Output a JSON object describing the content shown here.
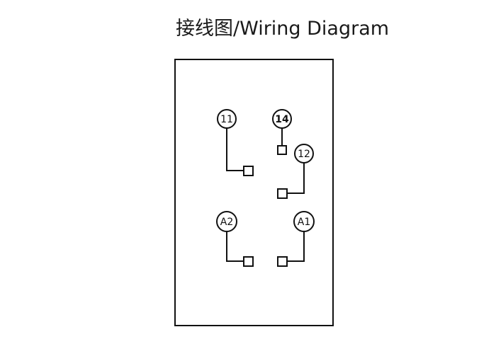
{
  "title": "接线图/Wiring Diagram",
  "terminals": [
    {
      "id": "11",
      "label": "11"
    },
    {
      "id": "14",
      "label": "14"
    },
    {
      "id": "12",
      "label": "12"
    },
    {
      "id": "A2",
      "label": "A2"
    },
    {
      "id": "A1",
      "label": "A1"
    }
  ],
  "colors": {
    "line": "#111111",
    "background": "#ffffff"
  }
}
